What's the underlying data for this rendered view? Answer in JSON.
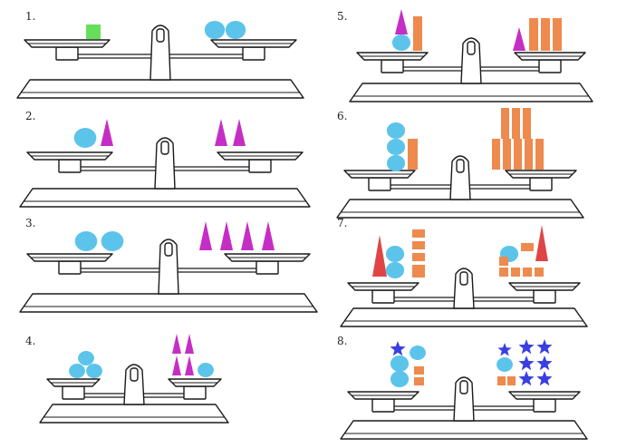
{
  "colors": {
    "green": "#66e05a",
    "blue": "#5cc4ea",
    "magenta": "#c52ec5",
    "orange": "#ee8a4e",
    "red": "#e04545",
    "star": "#3b3fe0",
    "line": "#1a1a1a"
  },
  "puzzles": [
    {
      "number": "1.",
      "left": {
        "squares": 1
      },
      "right": {
        "circles": 2
      }
    },
    {
      "number": "2.",
      "left": {
        "circles": 1,
        "triangles": 1
      },
      "right": {
        "triangles": 2
      }
    },
    {
      "number": "3.",
      "left": {
        "circles": 2
      },
      "right": {
        "triangles": 4
      }
    },
    {
      "number": "4.",
      "left": {
        "circles": 3
      },
      "right": {
        "triangles": 4,
        "circles": 1
      }
    },
    {
      "number": "5.",
      "left": {
        "triangles": 1,
        "circles": 1,
        "bars": 1
      },
      "right": {
        "triangles": 1,
        "bars": 3
      }
    },
    {
      "number": "6.",
      "left": {
        "circles": 3,
        "bars": 1
      },
      "right": {
        "bars": 7
      }
    },
    {
      "number": "7.",
      "left": {
        "red_triangles": 1,
        "circles": 2,
        "small_squares": 5
      },
      "right": {
        "circles": 1,
        "small_squares": 6,
        "red_triangles": 1
      }
    },
    {
      "number": "8.",
      "left": {
        "stars": 1,
        "circles": 3,
        "small_squares": 2
      },
      "right": {
        "stars": 7,
        "circles": 1,
        "small_squares": 2
      }
    }
  ]
}
